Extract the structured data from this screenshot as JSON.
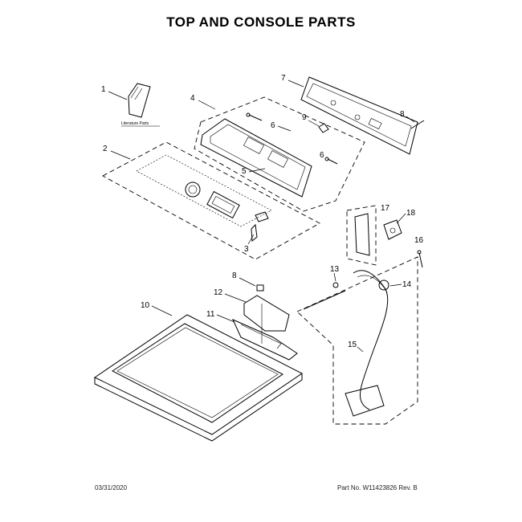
{
  "page": {
    "title": "TOP AND CONSOLE PARTS",
    "date": "03/31/2020",
    "part_number": "Part No. W11423826 Rev. B"
  },
  "literature_label": "Literature Parts",
  "callouts": {
    "c1": "1",
    "c2": "2",
    "c3": "3",
    "c4": "4",
    "c5": "5",
    "c6a": "6",
    "c6b": "6",
    "c7": "7",
    "c8a": "8",
    "c8b": "8",
    "c9": "9",
    "c10": "10",
    "c11": "11",
    "c12": "12",
    "c13": "13",
    "c14": "14",
    "c15": "15",
    "c16": "16",
    "c17": "17",
    "c18": "18"
  }
}
